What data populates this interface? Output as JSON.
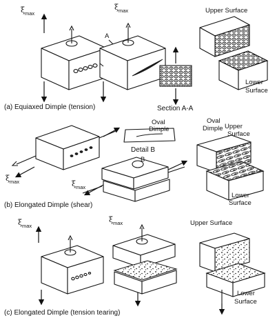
{
  "labels": {
    "xi_symbol": "ξ",
    "max_sub": "max",
    "section_marker_A": "A",
    "section_marker_B": "B",
    "upper_surface": "Upper Surface",
    "lower_surface": "Lower",
    "surface_word": "Surface",
    "section_aa": "Section A-A",
    "oval_word": "Oval",
    "dimple_word": "Dimple",
    "upper_word": "Upper",
    "detail_b": "Detail B"
  },
  "captions": {
    "a": "(a) Equiaxed Dimple (tension)",
    "b": "(b) Elongated Dimple (shear)",
    "c": "(c) Elongated Dimple (tension tearing)"
  }
}
